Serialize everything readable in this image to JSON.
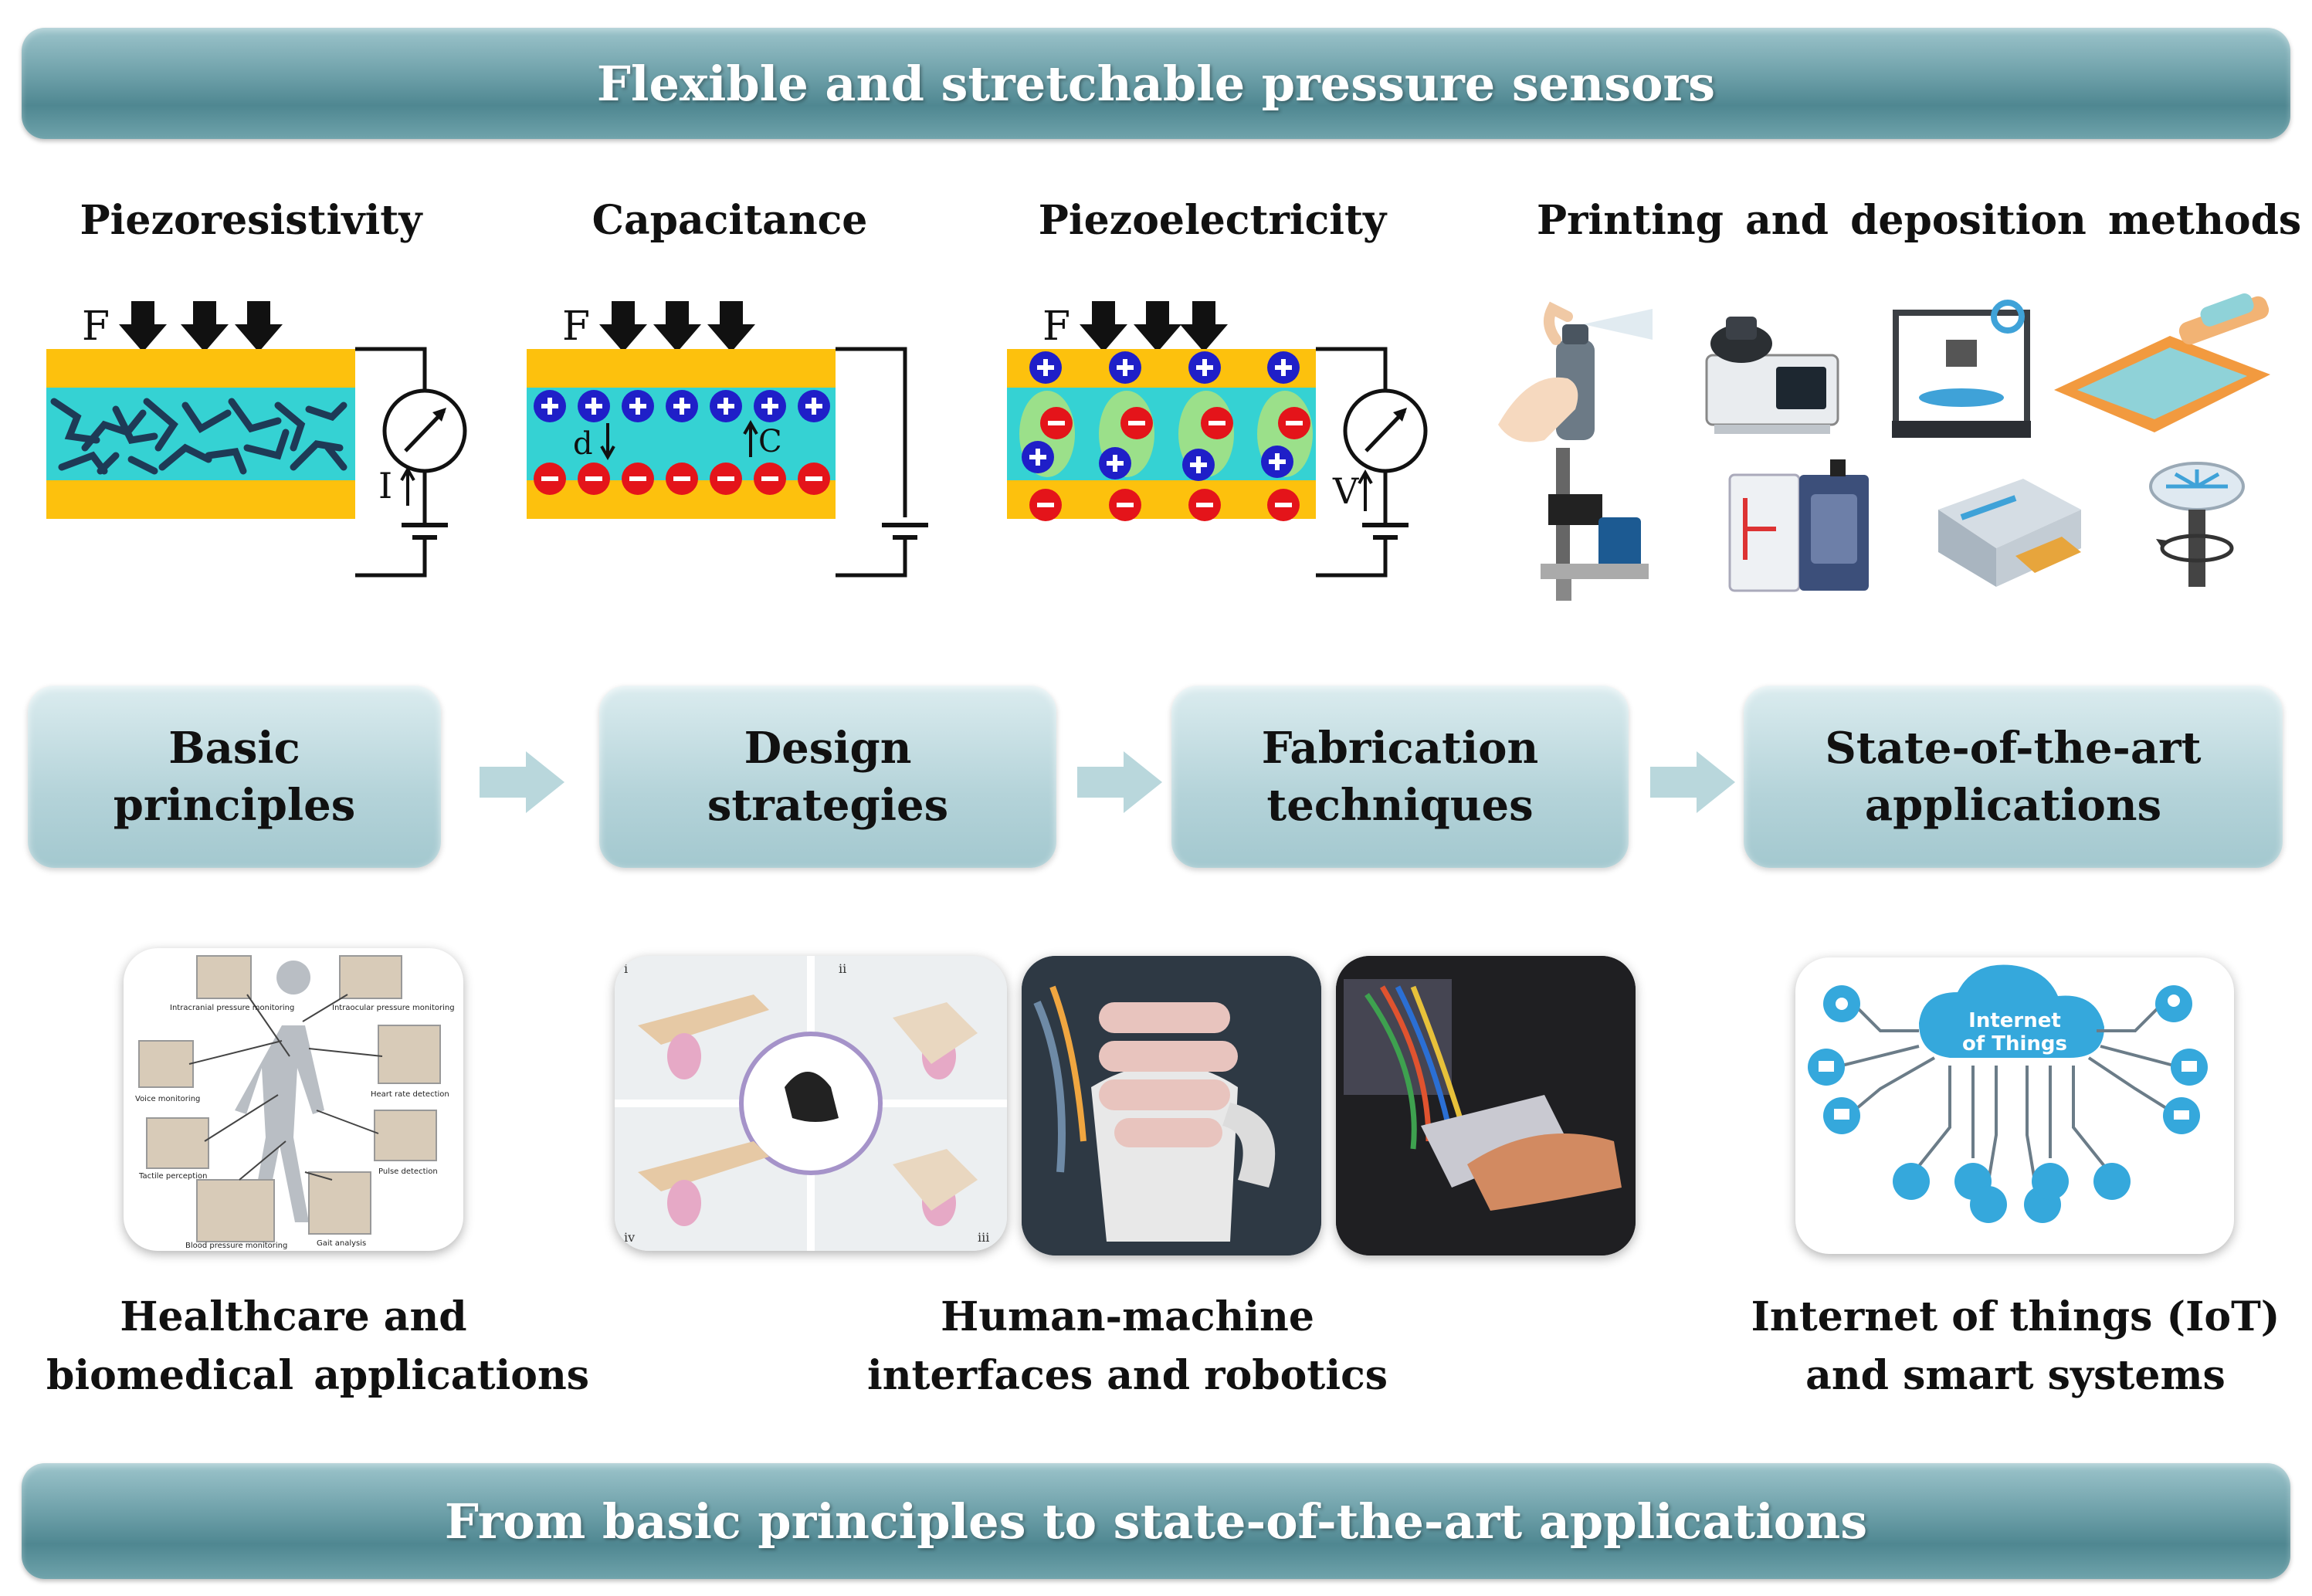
{
  "banners": {
    "top": "Flexible and stretchable pressure sensors",
    "bottom": "From basic principles to state-of-the-art applications"
  },
  "mechanisms": [
    {
      "title": "Piezoresistivity",
      "force": "F",
      "meter_symbol": "I"
    },
    {
      "title": "Capacitance",
      "force": "F",
      "distance": "d",
      "capacitance": "C"
    },
    {
      "title": "Piezoelectricity",
      "force": "F",
      "meter_symbol": "V"
    },
    {
      "title": "Printing and deposition methods"
    }
  ],
  "flow": {
    "boxes": [
      {
        "line1": "Basic",
        "line2": "principles"
      },
      {
        "line1": "Design",
        "line2": "strategies"
      },
      {
        "line1": "Fabrication",
        "line2": "techniques"
      },
      {
        "line1": "State-of-the-art",
        "line2": "applications"
      }
    ]
  },
  "applications": [
    {
      "line1": "Healthcare and",
      "line2": "biomedical applications"
    },
    {
      "line1": "Human-machine",
      "line2": "interfaces and robotics"
    },
    {
      "line1": "Internet of things (IoT)",
      "line2": "and smart systems"
    }
  ],
  "health_panel": {
    "labels": [
      "Intracranial pressure monitoring",
      "Intraocular pressure monitoring",
      "Voice monitoring",
      "Heart rate detection",
      "Tactile perception",
      "Pulse detection",
      "Blood pressure monitoring",
      "Gait analysis"
    ]
  },
  "hmi_panel": {
    "roman": [
      "i",
      "ii",
      "iii",
      "iv"
    ]
  },
  "iot_panel": {
    "cloud_line1": "Internet",
    "cloud_line2": "of Things"
  },
  "colors": {
    "electrode": "#fdc10d",
    "active_layer": "#35d2d3",
    "positive": "#1f1fc8",
    "negative": "#e4141a",
    "dipole": "#9be08a",
    "banner": "#5f949d",
    "box": "#bcd8dd",
    "iot_blue": "#35a8dc"
  }
}
